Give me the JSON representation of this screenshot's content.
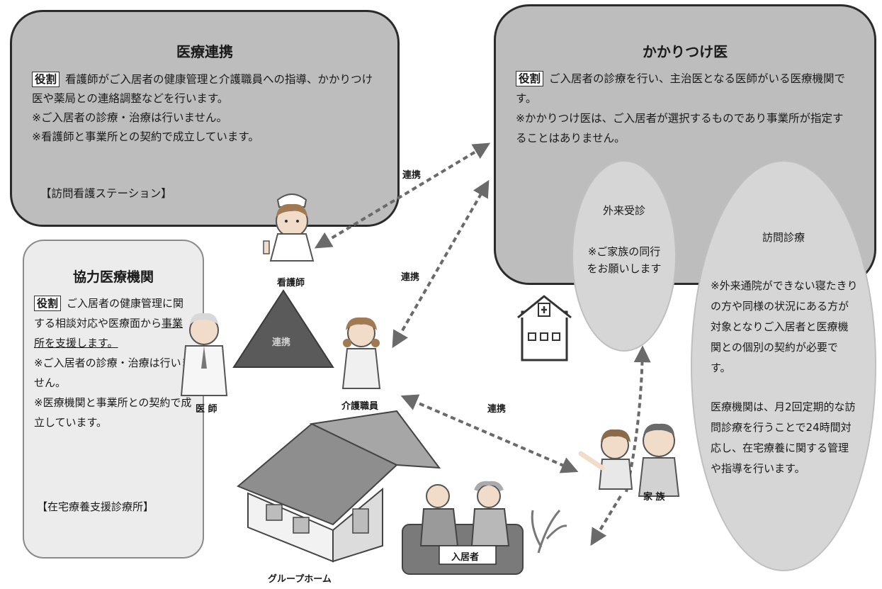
{
  "nursing_box": {
    "title": "医療連携",
    "tag": "役割",
    "line1": "看護師がご入居者の健康管理と介護職員への指導、かかりつけ医や薬局との連絡調整などを行います。",
    "line2": "※ご入居者の診療・治療は行いません。",
    "line3": "※看護師と事業所との契約で成立しています。",
    "station": "【訪問看護ステーション】"
  },
  "family_doctor_box": {
    "title": "かかりつけ医",
    "tag": "役割",
    "line1": "ご入居者の診療を行い、主治医となる医師がいる医療機関です。",
    "line2": "※かかりつけ医は、ご入居者が選択するものであり事業所が指定することはありません。"
  },
  "cooperating_box": {
    "title": "協力医療機関",
    "tag": "役割",
    "line1_a": "ご入居者の健康管理に関する相談対応や医療面から",
    "line1_b": "事業所を支援します。",
    "line2": "※ご入居者の診療・治療は行いません。",
    "line3": "※医療機関と事業所との契約で成立しています。",
    "footer": "【在宅療養支援診療所】"
  },
  "outpatient": {
    "title": "外来受診",
    "body": "※ご家族の同行をお願いします"
  },
  "home_visit": {
    "title": "訪問診療",
    "body1": "※外来通院ができない寝たきりの方や同様の状況にある方が対象となりご入居者と医療機関との個別の契約が必要です。",
    "body2": "医療機関は、月2回定期的な訪問診療を行うことで24時間対応し、在宅療養に関する管理や指導を行います。"
  },
  "labels": {
    "link_top": "連携",
    "link_mid": "連携",
    "link_bottom": "連携",
    "triangle": "連携",
    "nurse": "看護師",
    "doctor": "医 師",
    "care_staff": "介護職員",
    "family": "家 族",
    "resident": "入居者",
    "group_home": "グループホーム"
  },
  "colors": {
    "box_fill": "#bdbdbd",
    "box_light": "#ececec",
    "oval_fill": "#d6d6d6",
    "arrow": "#6a6a6a",
    "triangle": "#5a5a5a"
  }
}
